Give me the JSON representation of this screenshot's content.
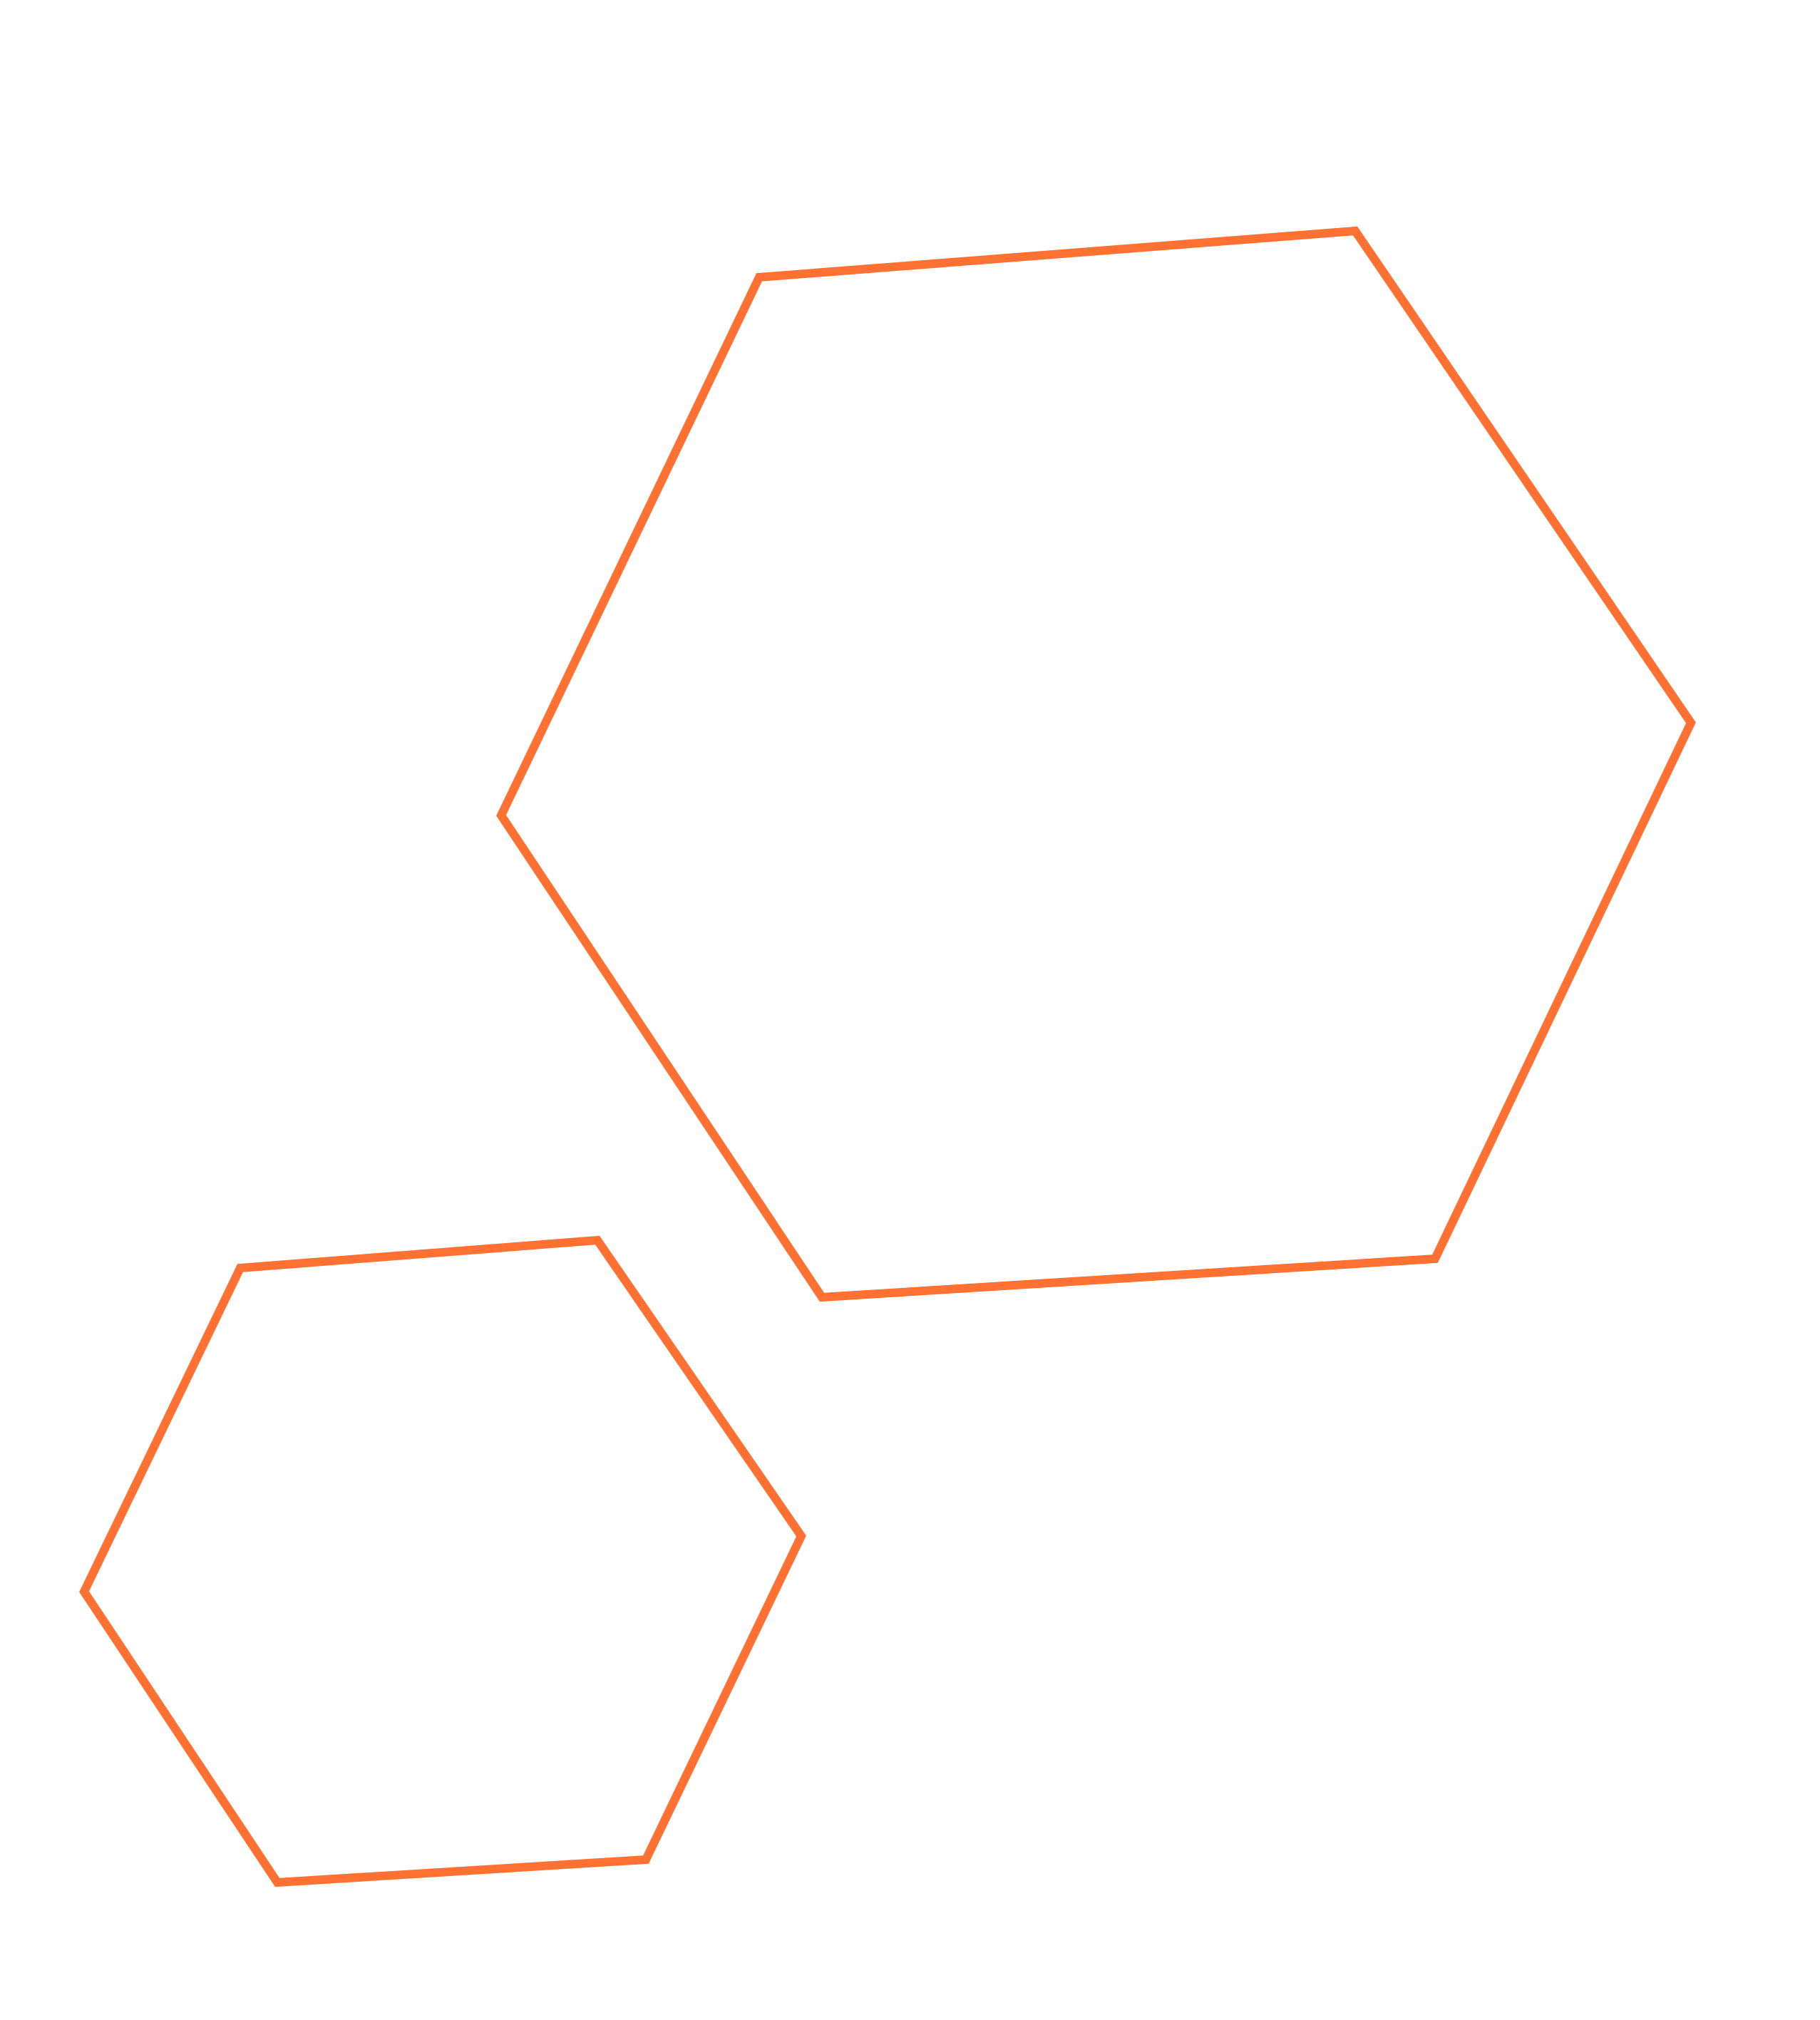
{
  "background_color": "#ffffff",
  "stroke_color": "#ff7033",
  "shapes": [
    {
      "name": "large-hexagon",
      "kind": "hexagon",
      "fill": "none"
    },
    {
      "name": "small-hexagon",
      "kind": "hexagon",
      "fill": "none"
    }
  ]
}
